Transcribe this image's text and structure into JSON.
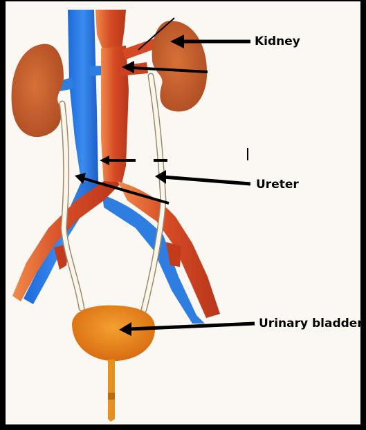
{
  "labels": {
    "kidney": "Kidney",
    "ureter": "Ureter",
    "bladder": "Urinary bladder"
  },
  "colors": {
    "artery": "#d8542c",
    "vein": "#2f7fe0",
    "kidney": "#c8602c",
    "bladder": "#e88a1a",
    "ureter": "#fbf6ea",
    "arrow": "#000000",
    "paper": "#fbf8f4"
  }
}
